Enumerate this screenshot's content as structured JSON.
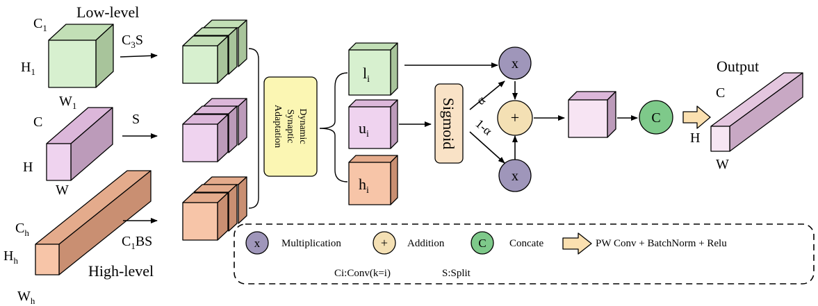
{
  "inputs": {
    "low": {
      "title": "Low-level",
      "c": "C",
      "c_sub": "1",
      "h": "H",
      "h_sub": "1",
      "w": "W",
      "w_sub": "1",
      "op": "C",
      "op_sub": "3",
      "op_suffix": "S"
    },
    "mid": {
      "c": "C",
      "h": "H",
      "w": "W",
      "op": "S"
    },
    "high": {
      "title": "High-level",
      "c": "C",
      "c_sub": "h",
      "h": "H",
      "h_sub": "h",
      "w": "W",
      "w_sub": "h",
      "op": "C",
      "op_sub": "1",
      "op_suffix": "BS"
    }
  },
  "dsa": {
    "line1": "Dynamic",
    "line2": "Synaptic",
    "line3": "Adaptation"
  },
  "branches": {
    "l": {
      "main": "l",
      "sub": "i"
    },
    "u": {
      "main": "u",
      "sub": "i"
    },
    "h": {
      "main": "h",
      "sub": "i"
    }
  },
  "sigmoid": "Sigmoid",
  "alpha": "α",
  "one_minus_alpha": "1-α",
  "ops": {
    "mult": "x",
    "add": "+",
    "concat": "C"
  },
  "output": {
    "title": "Output",
    "c": "C",
    "h": "H",
    "w": "W"
  },
  "legend": {
    "mult_symbol": "x",
    "mult_label": "Multiplication",
    "add_symbol": "+",
    "add_label": "Addition",
    "concat_symbol": "C",
    "concat_label": "Concate",
    "arrow_label": "PW Conv + BatchNorm + Relu",
    "ci_note": "Ci:Conv(k=i)",
    "s_note": "S:Split"
  },
  "colors": {
    "green": "#d7f0cf",
    "green_side": "#a8c49b",
    "green_top": "#c2dfb6",
    "pink": "#efd3ef",
    "pink_side": "#bc9bba",
    "pink_top": "#dcb7da",
    "orange": "#f7c5a8",
    "orange_side": "#c98f72",
    "orange_top": "#e4ab8c",
    "yellow_box": "#fbf6b3",
    "sigmoid_box": "#f9e2c6",
    "mult_circle": "#9f96ba",
    "add_circle": "#f4e0b4",
    "concat_circle": "#7ec98a",
    "out_front": "#f6e6f3",
    "out_side": "#c8a8c4",
    "out_top": "#e4c6df"
  }
}
